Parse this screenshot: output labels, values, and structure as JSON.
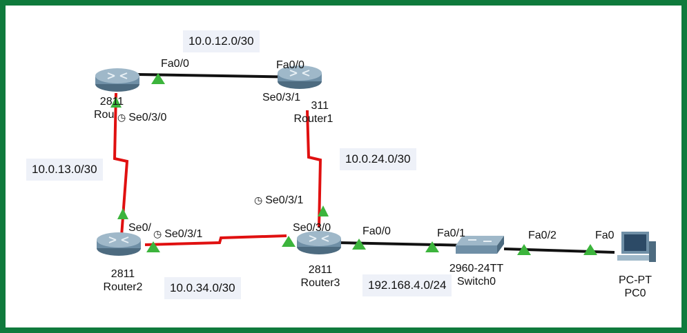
{
  "networks": {
    "n12": "10.0.12.0/30",
    "n13": "10.0.13.0/30",
    "n24": "10.0.24.0/30",
    "n34": "10.0.34.0/30",
    "lan": "192.168.4.0/24"
  },
  "devices": {
    "router0": {
      "model": "2811",
      "name": "Rou"
    },
    "router1": {
      "model": "311",
      "name": "Router1"
    },
    "router2": {
      "model": "2811",
      "name": "Router2"
    },
    "router3": {
      "model": "2811",
      "name": "Router3"
    },
    "switch0": {
      "model": "2960-24TT",
      "name": "Switch0"
    },
    "pc0": {
      "model": "PC-PT",
      "name": "PC0"
    }
  },
  "interfaces": {
    "r0_fa00": "Fa0/0",
    "r1_fa00": "Fa0/0",
    "r1_se031": "Se0/3/1",
    "r0_se030": "Se0/3/0",
    "r3_se031_dce": "Se0/3/1",
    "r2_se0": "Se0/",
    "r2_se031": "Se0/3/1",
    "r3_se030": "Se0/3/0",
    "r3_fa00": "Fa0/0",
    "sw_fa01": "Fa0/1",
    "sw_fa02": "Fa0/2",
    "pc_fa0": "Fa0"
  },
  "icons": {
    "clock": "◷",
    "router": "router-icon",
    "switch": "switch-icon",
    "pc": "pc-icon"
  },
  "colors": {
    "border": "#0f7a3c",
    "serial": "#e01010",
    "ethernet": "#111111",
    "link_up": "#3cb43c",
    "router": "#6f8fa6"
  }
}
